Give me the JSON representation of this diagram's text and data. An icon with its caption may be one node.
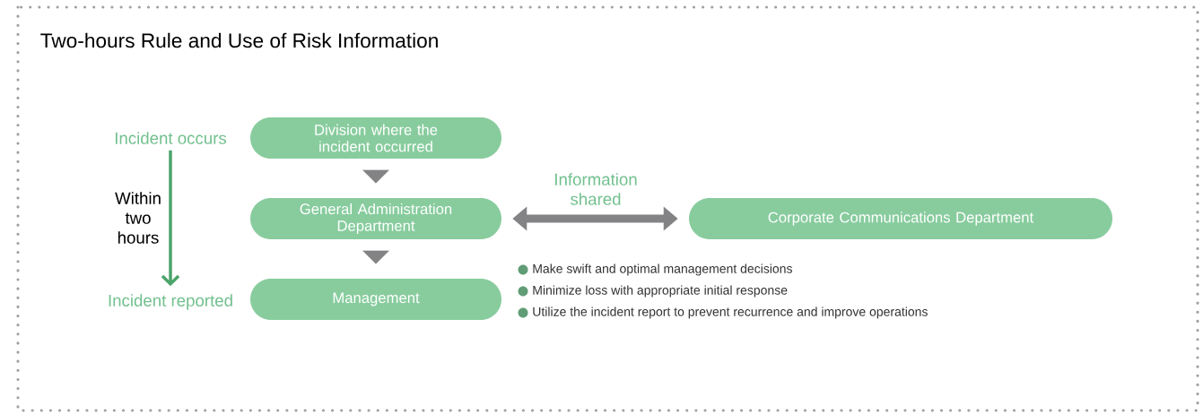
{
  "diagram": {
    "title": "Two-hours Rule and Use of Risk Information",
    "nodes": [
      {
        "text": [
          "Incident occurs"
        ]
      },
      {
        "text": [
          "Incident reported"
        ]
      },
      {
        "text": [
          "Division where the incident occurred"
        ]
      },
      {
        "text": [
          "General Administration Department"
        ]
      },
      {
        "text": [
          "Management"
        ]
      },
      {
        "text": [
          "Corporate Communications Department"
        ]
      }
    ],
    "edges": [
      {
        "from": 0,
        "to": 1,
        "arrow": "to",
        "label": "Within two hours",
        "color": "#4ba46a"
      },
      {
        "from": 2,
        "to": 3,
        "arrow": "to"
      },
      {
        "from": 3,
        "to": 4,
        "arrow": "to"
      },
      {
        "from": 3,
        "to": 5,
        "arrow": "both",
        "label": "Information shared",
        "style": "thick"
      }
    ],
    "labels": [
      "Make swift and optimal management decisions",
      "Minimize loss with appropriate initial response",
      "Utilize the incident report to prevent recurrence and improve operations"
    ]
  }
}
